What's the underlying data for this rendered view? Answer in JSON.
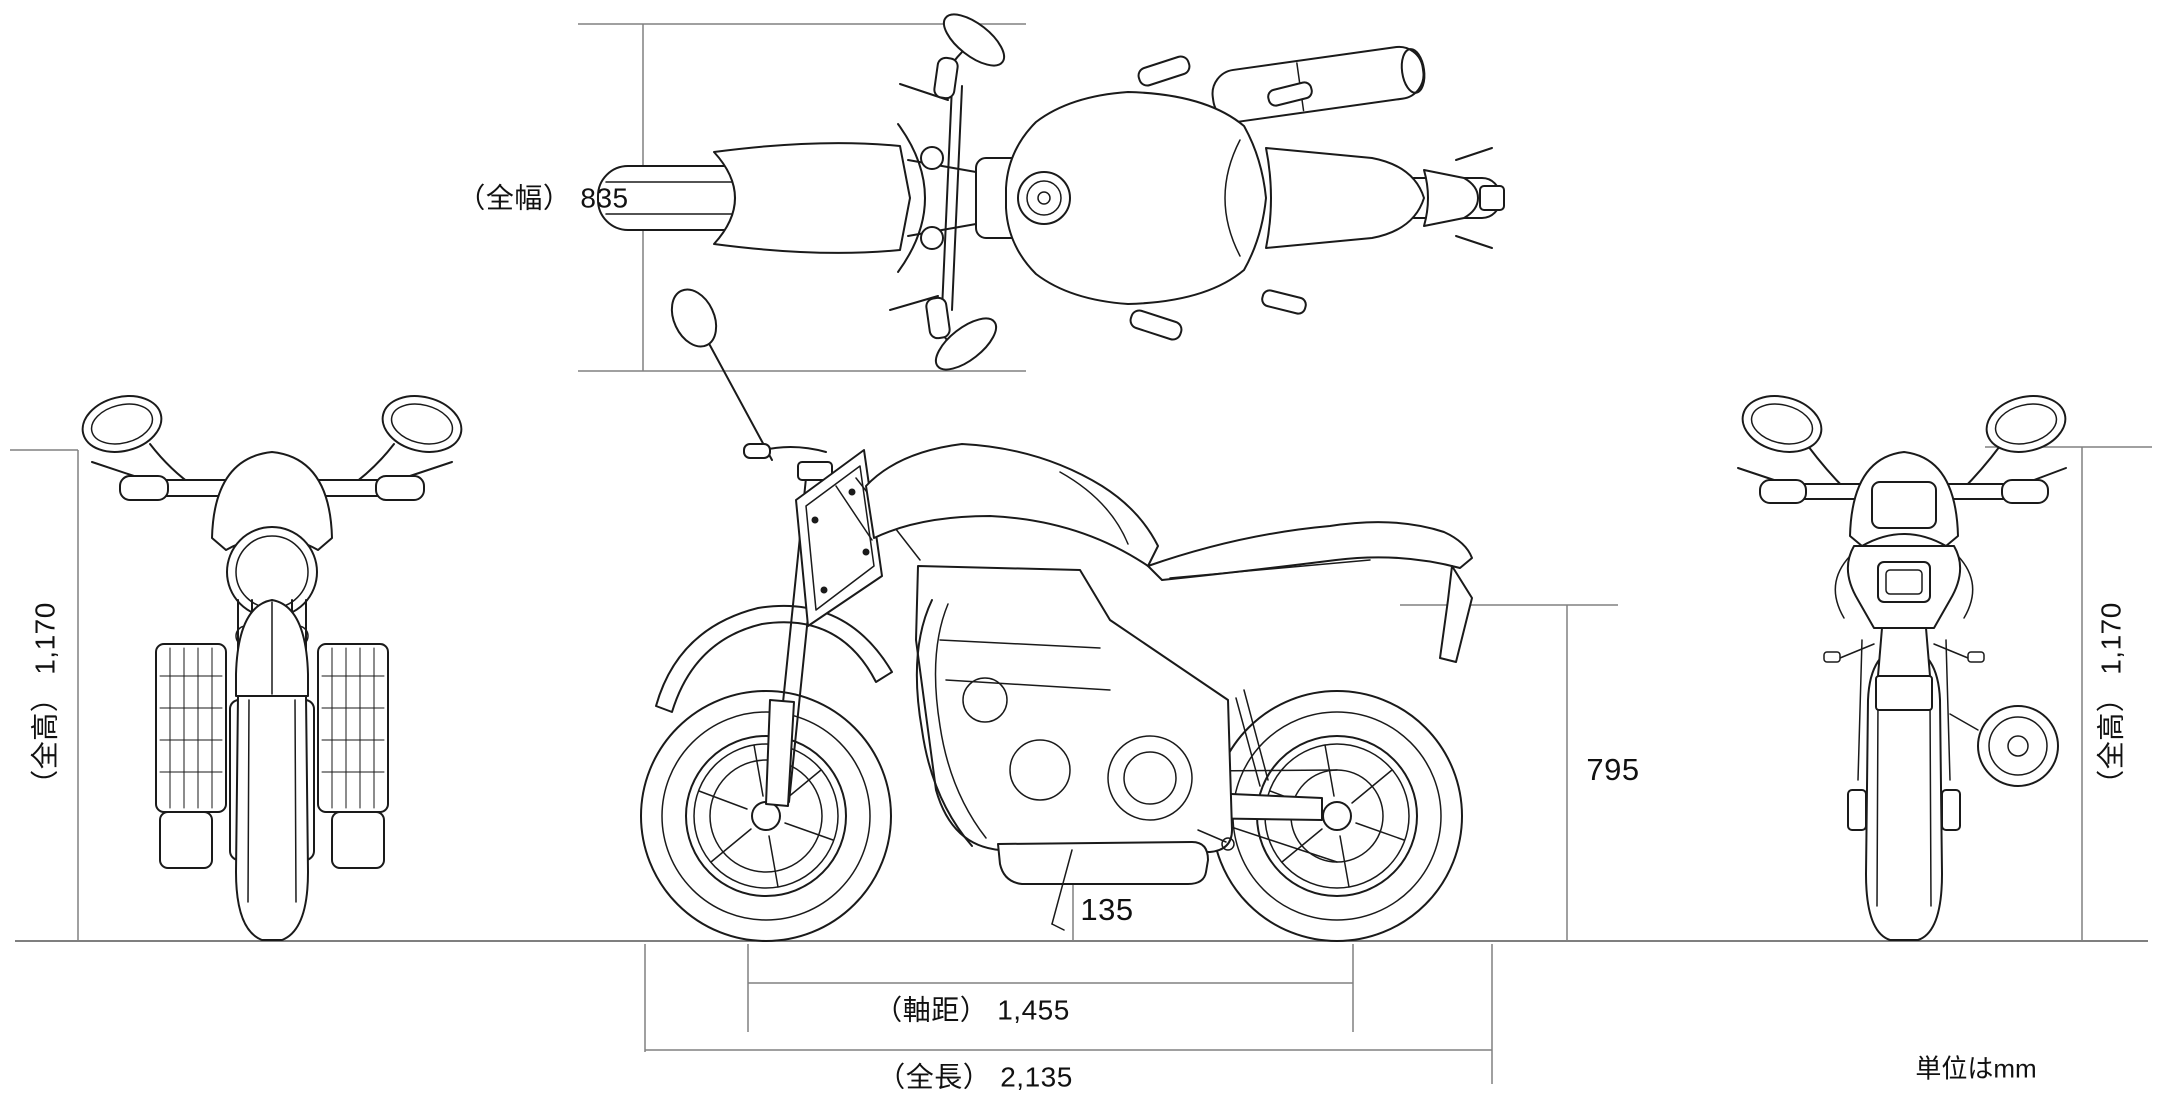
{
  "colors": {
    "background": "#ffffff",
    "drawing_line": "#1a1a1a",
    "dimension_line": "#808080",
    "ground_line": "#555555",
    "text": "#111111"
  },
  "dimensions": {
    "overall_width": {
      "label": "（全幅）",
      "value": "835"
    },
    "overall_height_left": {
      "label": "（全高）",
      "value": "1,170"
    },
    "overall_height_right": {
      "label": "（全高）",
      "value": "1,170"
    },
    "seat_height": {
      "value": "795"
    },
    "ground_clearance": {
      "value": "135"
    },
    "wheelbase": {
      "label": "（軸距）",
      "value": "1,455"
    },
    "overall_length": {
      "label": "（全長）",
      "value": "2,135"
    }
  },
  "footer": {
    "units_note": "単位はmm"
  }
}
